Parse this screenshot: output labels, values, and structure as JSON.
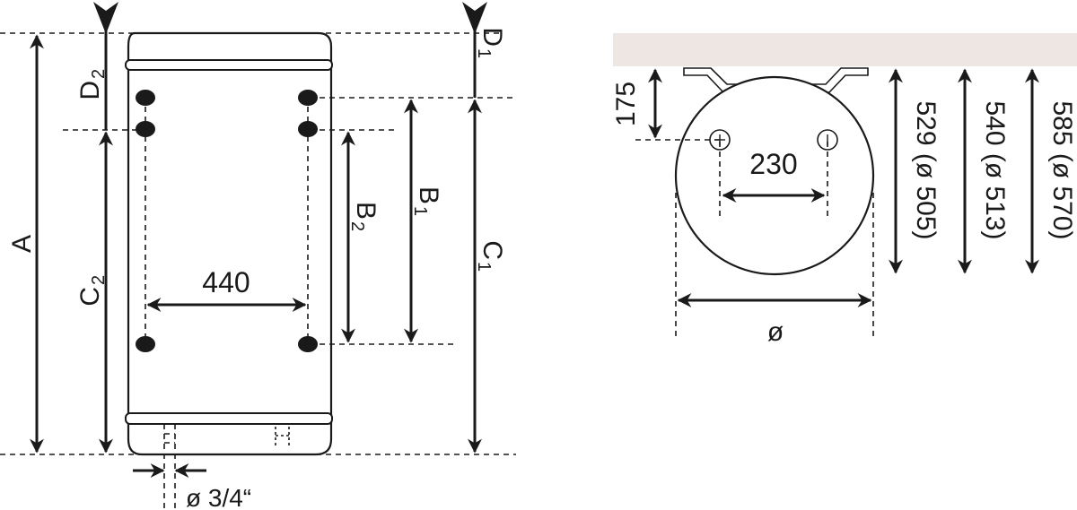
{
  "front_view": {
    "dimension_labels": {
      "A": "A",
      "C2": "C",
      "C2_sub": "2",
      "D2": "D",
      "D2_sub": "2",
      "D1": "D",
      "D1_sub": "1",
      "C1": "C",
      "C1_sub": "1",
      "B1": "B",
      "B1_sub": "1",
      "B2": "B",
      "B2_sub": "2",
      "bracket_spacing": "440",
      "pipe_diameter": "ø 3/4“"
    }
  },
  "top_view": {
    "wall_fill_color": "#ede6e2",
    "labels": {
      "wall_offset": "175",
      "hole_spacing": "230",
      "diameter": "ø",
      "depth_1": "529 (ø 505)",
      "depth_2": "540 (ø 513)",
      "depth_3": "585 (ø 570)"
    }
  }
}
